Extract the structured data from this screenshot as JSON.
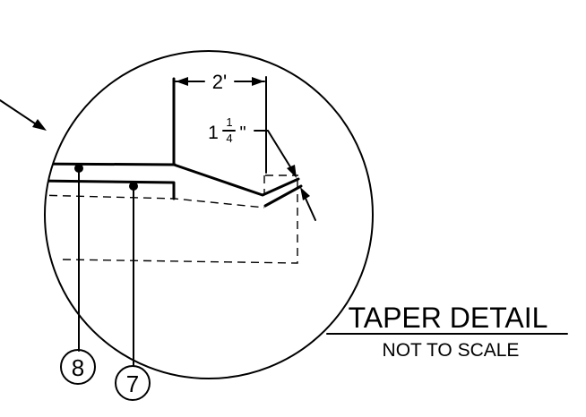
{
  "title": "TAPER DETAIL",
  "subtitle": "NOT TO SCALE",
  "dimensions": {
    "width": "2'",
    "depth_whole": "1",
    "depth_numerator": "1",
    "depth_denominator": "4",
    "depth_unit": "\""
  },
  "callouts": [
    {
      "label": "8"
    },
    {
      "label": "7"
    }
  ]
}
